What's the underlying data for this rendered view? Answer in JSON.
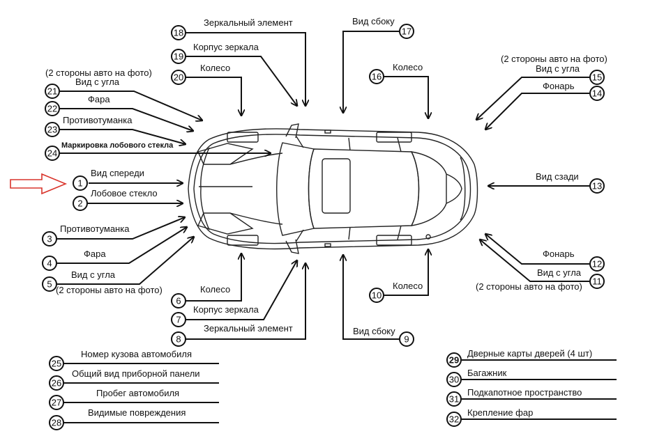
{
  "labels": {
    "l1": "Вид спереди",
    "l2": "Лобовое стекло",
    "l3": "Противотуманка",
    "l4": "Фара",
    "l5": "Вид с угла",
    "l5b": "(2 стороны авто на фото)",
    "l6": "Колесо",
    "l7": "Корпус зеркала",
    "l8": "Зеркальный элемент",
    "l9": "Вид сбоку",
    "l10": "Колесо",
    "l11": "Вид с угла",
    "l11b": "(2 стороны авто на фото)",
    "l12": "Фонарь",
    "l13": "Вид сзади",
    "l14": "Фонарь",
    "l15": "Вид с угла",
    "l15b": "(2 стороны авто на фото)",
    "l16": "Колесо",
    "l17": "Вид сбоку",
    "l18": "Зеркальный элемент",
    "l19": "Корпус зеркала",
    "l20": "Колесо",
    "l21": "Вид с угла",
    "l21b": "(2 стороны авто на фото)",
    "l22": "Фара",
    "l23": "Противотуманка",
    "l24": "Маркировка лобового стекла",
    "l25": "Номер кузова автомобиля",
    "l26": "Общий вид приборной панели",
    "l27": "Пробег автомобиля",
    "l28": "Видимые повреждения",
    "l29": "Дверные карты дверей (4 шт)",
    "l30": "Багажник",
    "l31": "Подкапотное пространство",
    "l32": "Крепление фар"
  },
  "numbers": {
    "n1": "1",
    "n2": "2",
    "n3": "3",
    "n4": "4",
    "n5": "5",
    "n6": "6",
    "n7": "7",
    "n8": "8",
    "n9": "9",
    "n10": "10",
    "n11": "11",
    "n12": "12",
    "n13": "13",
    "n14": "14",
    "n15": "15",
    "n16": "16",
    "n17": "17",
    "n18": "18",
    "n19": "19",
    "n20": "20",
    "n21": "21",
    "n22": "22",
    "n23": "23",
    "n24": "24",
    "n25": "25",
    "n26": "26",
    "n27": "27",
    "n28": "28",
    "n29": "29",
    "n30": "30",
    "n31": "31",
    "n32": "32"
  },
  "colors": {
    "line": "#111111",
    "pointer_arrow": "#d9342b"
  }
}
